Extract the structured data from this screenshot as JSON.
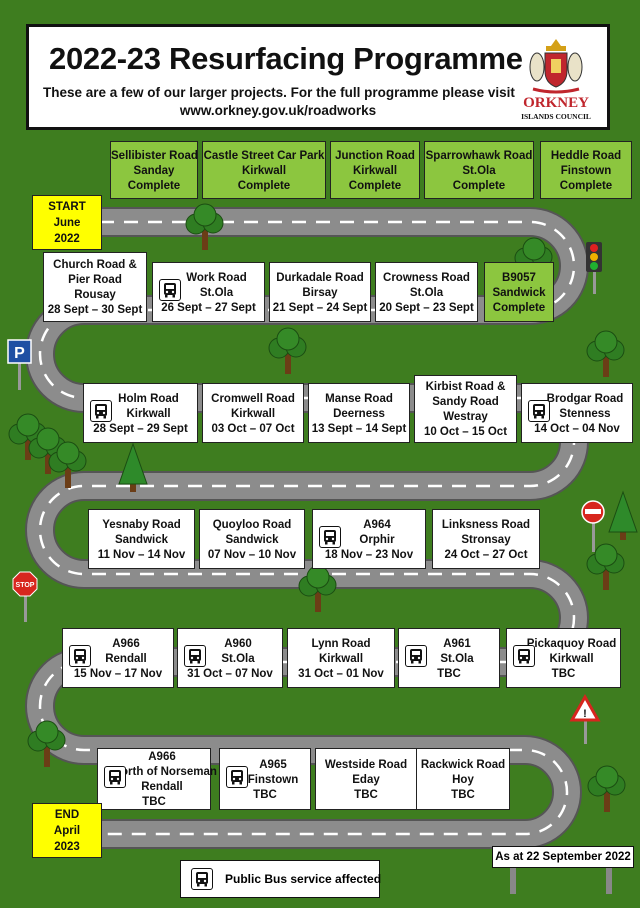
{
  "header": {
    "title": "2022-23 Resurfacing Programme",
    "subtitle_line1": "These are a few of our larger projects. For the full programme please visit",
    "subtitle_line2": "www.orkney.gov.uk/roadworks",
    "logo_word_1": "ORKNEY",
    "logo_word_2": "ISLANDS COUNCIL"
  },
  "colors": {
    "grass": "#3e7d1f",
    "road": "#8c8c8c",
    "complete": "#8cc63f",
    "start_end": "#ffff00",
    "logo_red": "#c0262d"
  },
  "completed_row": [
    {
      "lines": [
        "Sellibister Road",
        "Sanday",
        "Complete"
      ]
    },
    {
      "lines": [
        "Castle Street Car Park",
        "Kirkwall",
        "Complete"
      ]
    },
    {
      "lines": [
        "Junction Road",
        "Kirkwall",
        "Complete"
      ]
    },
    {
      "lines": [
        "Sparrowhawk Road",
        "St.Ola",
        "Complete"
      ]
    },
    {
      "lines": [
        "Heddle Road",
        "Finstown",
        "Complete"
      ]
    }
  ],
  "start": {
    "lines": [
      "START",
      "June",
      "2022"
    ]
  },
  "end": {
    "lines": [
      "END",
      "April",
      "2023"
    ]
  },
  "row1": [
    {
      "lines": [
        "Church Road &",
        "Pier Road",
        "Rousay",
        "28 Sept – 30 Sept"
      ],
      "bus": false
    },
    {
      "lines": [
        "Work Road",
        "St.Ola",
        "26 Sept – 27 Sept"
      ],
      "bus": true
    },
    {
      "lines": [
        "Durkadale Road",
        "Birsay",
        "21 Sept – 24 Sept"
      ],
      "bus": false
    },
    {
      "lines": [
        "Crowness Road",
        "St.Ola",
        "20 Sept – 23 Sept"
      ],
      "bus": false
    },
    {
      "lines": [
        "B9057",
        "Sandwick",
        "Complete"
      ],
      "bus": false
    }
  ],
  "row2": [
    {
      "lines": [
        "Holm Road",
        "Kirkwall",
        "28 Sept – 29 Sept"
      ],
      "bus": true
    },
    {
      "lines": [
        "Cromwell Road",
        "Kirkwall",
        "03 Oct – 07 Oct"
      ],
      "bus": false
    },
    {
      "lines": [
        "Manse Road",
        "Deerness",
        "13 Sept – 14 Sept"
      ],
      "bus": false
    },
    {
      "lines": [
        "Kirbist Road &",
        "Sandy Road",
        "Westray",
        "10 Oct – 15 Oct"
      ],
      "bus": false
    },
    {
      "lines": [
        "Brodgar Road",
        "Stenness",
        "14 Oct – 04 Nov"
      ],
      "bus": true
    }
  ],
  "row3": [
    {
      "lines": [
        "Yesnaby Road",
        "Sandwick",
        "11 Nov – 14 Nov"
      ],
      "bus": false
    },
    {
      "lines": [
        "Quoyloo Road",
        "Sandwick",
        "07 Nov – 10 Nov"
      ],
      "bus": false
    },
    {
      "lines": [
        "A964",
        "Orphir",
        "18 Nov – 23 Nov"
      ],
      "bus": true
    },
    {
      "lines": [
        "Linksness Road",
        "Stronsay",
        "24 Oct – 27 Oct"
      ],
      "bus": false
    }
  ],
  "row4": [
    {
      "lines": [
        "A966",
        "Rendall",
        "15 Nov – 17 Nov"
      ],
      "bus": true
    },
    {
      "lines": [
        "A960",
        "St.Ola",
        "31 Oct – 07 Nov"
      ],
      "bus": true
    },
    {
      "lines": [
        "Lynn Road",
        "Kirkwall",
        "31 Oct – 01 Nov"
      ],
      "bus": false
    },
    {
      "lines": [
        "A961",
        "St.Ola",
        "TBC"
      ],
      "bus": true
    },
    {
      "lines": [
        "Pickaquoy Road",
        "Kirkwall",
        "TBC"
      ],
      "bus": true
    }
  ],
  "row5": [
    {
      "lines": [
        "A966",
        "north of Norseman",
        "Rendall",
        "TBC"
      ],
      "bus": true
    },
    {
      "lines": [
        "A965",
        "Finstown",
        "TBC"
      ],
      "bus": true
    },
    {
      "lines": [
        "Westside Road",
        "Eday",
        "TBC"
      ],
      "bus": false
    },
    {
      "lines": [
        "Rackwick Road",
        "Hoy",
        "TBC"
      ],
      "bus": false
    }
  ],
  "signs": {
    "parking": "P",
    "stop": "STOP"
  },
  "as_at": "As at 22 September 2022",
  "legend": {
    "label": "Public Bus service affected"
  }
}
